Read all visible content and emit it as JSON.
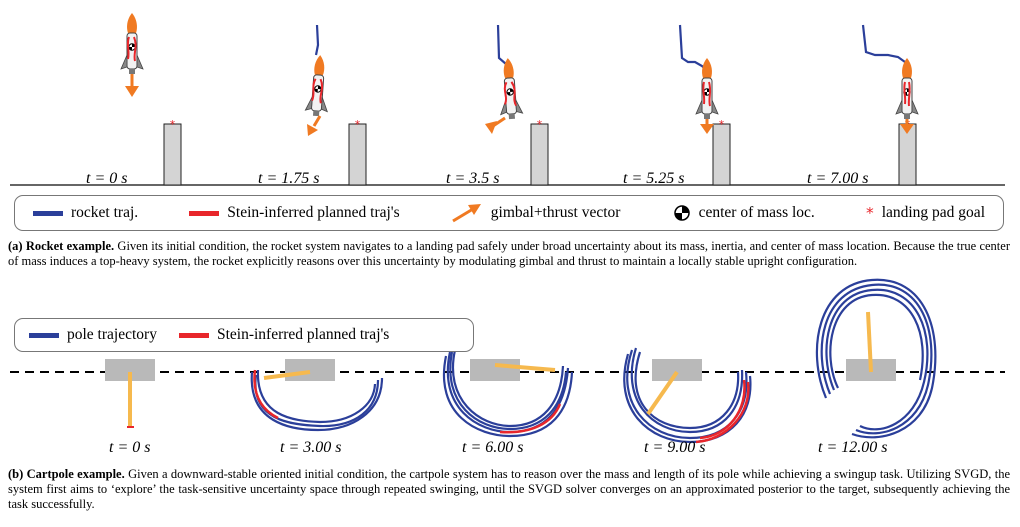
{
  "rocket": {
    "time_labels": [
      "t = 0 s",
      "t = 1.75 s",
      "t = 3.5 s",
      "t = 5.25 s",
      "t = 7.00 s"
    ],
    "legend": {
      "traj": "rocket traj.",
      "planned": "Stein-inferred planned traj's",
      "thrust": "gimbal+thrust vector",
      "com": "center of mass loc.",
      "goal": "landing pad goal",
      "goal_symbol": "*"
    },
    "caption_title": "(a) Rocket example.",
    "caption_text": " Given its initial condition, the rocket system navigates to a landing pad safely under broad uncertainty about its mass, inertia, and center of mass location. Because the true center of mass induces a top-heavy system, the rocket explicitly reasons over this uncertainty by modulating gimbal and thrust to maintain a locally stable upright configuration."
  },
  "cartpole": {
    "time_labels": [
      "t = 0 s",
      "t = 3.00 s",
      "t = 6.00 s",
      "t = 9.00 s",
      "t = 12.00 s"
    ],
    "legend": {
      "traj": "pole trajectory",
      "planned": "Stein-inferred planned traj's"
    },
    "caption_title": "(b) Cartpole example.",
    "caption_text": " Given a downward-stable oriented initial condition, the cartpole system has to reason over the mass and length of its pole while achieving a swingup task. Utilizing SVGD, the system first aims to ‘explore’ the task-sensitive uncertainty space through repeated swinging, until the SVGD solver converges on an approximated posterior to the target, subsequently achieving the task successfully."
  },
  "colors": {
    "trajectory_blue": "#2b3f9a",
    "planned_red": "#e8262b",
    "thrust_orange": "#f07a22",
    "pole_yellow": "#f6b94e",
    "cart_gray": "#b9b9b9",
    "pad_gray": "#d4d4d4"
  }
}
